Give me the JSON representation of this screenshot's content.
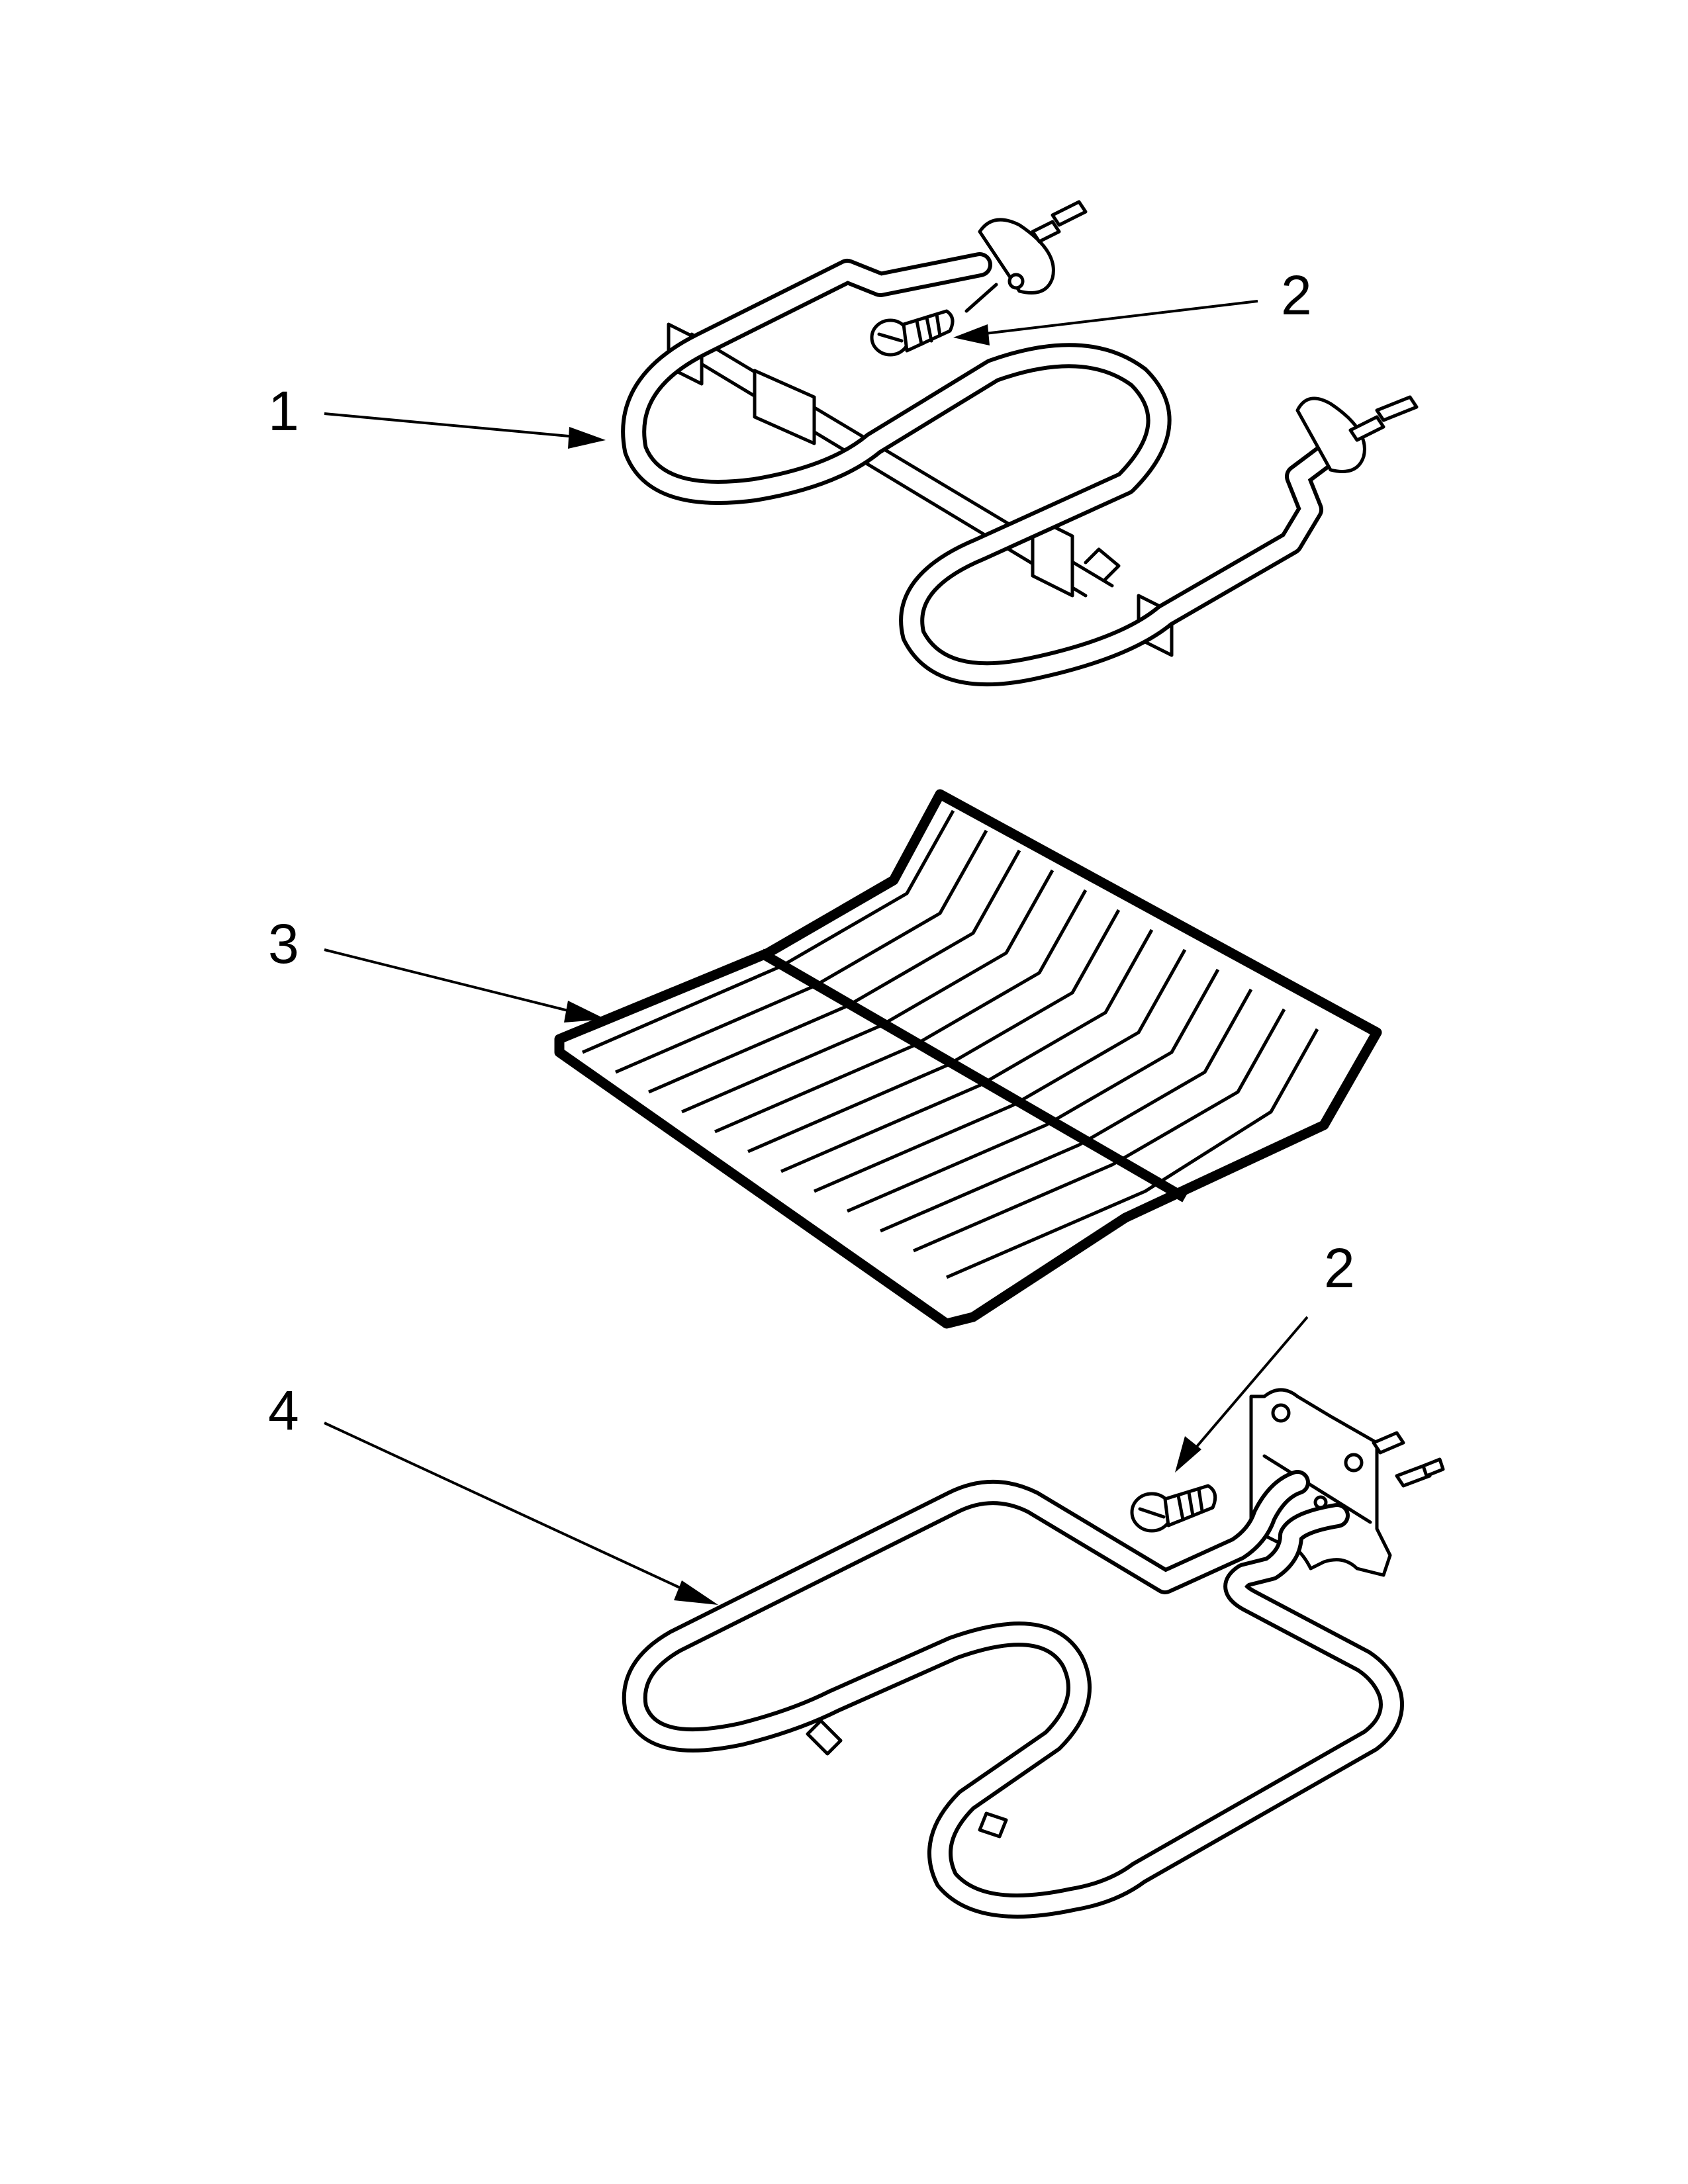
{
  "callouts": [
    {
      "id": "1",
      "label": "1"
    },
    {
      "id": "2a",
      "label": "2"
    },
    {
      "id": "3",
      "label": "3"
    },
    {
      "id": "2b",
      "label": "2"
    },
    {
      "id": "4",
      "label": "4"
    }
  ]
}
